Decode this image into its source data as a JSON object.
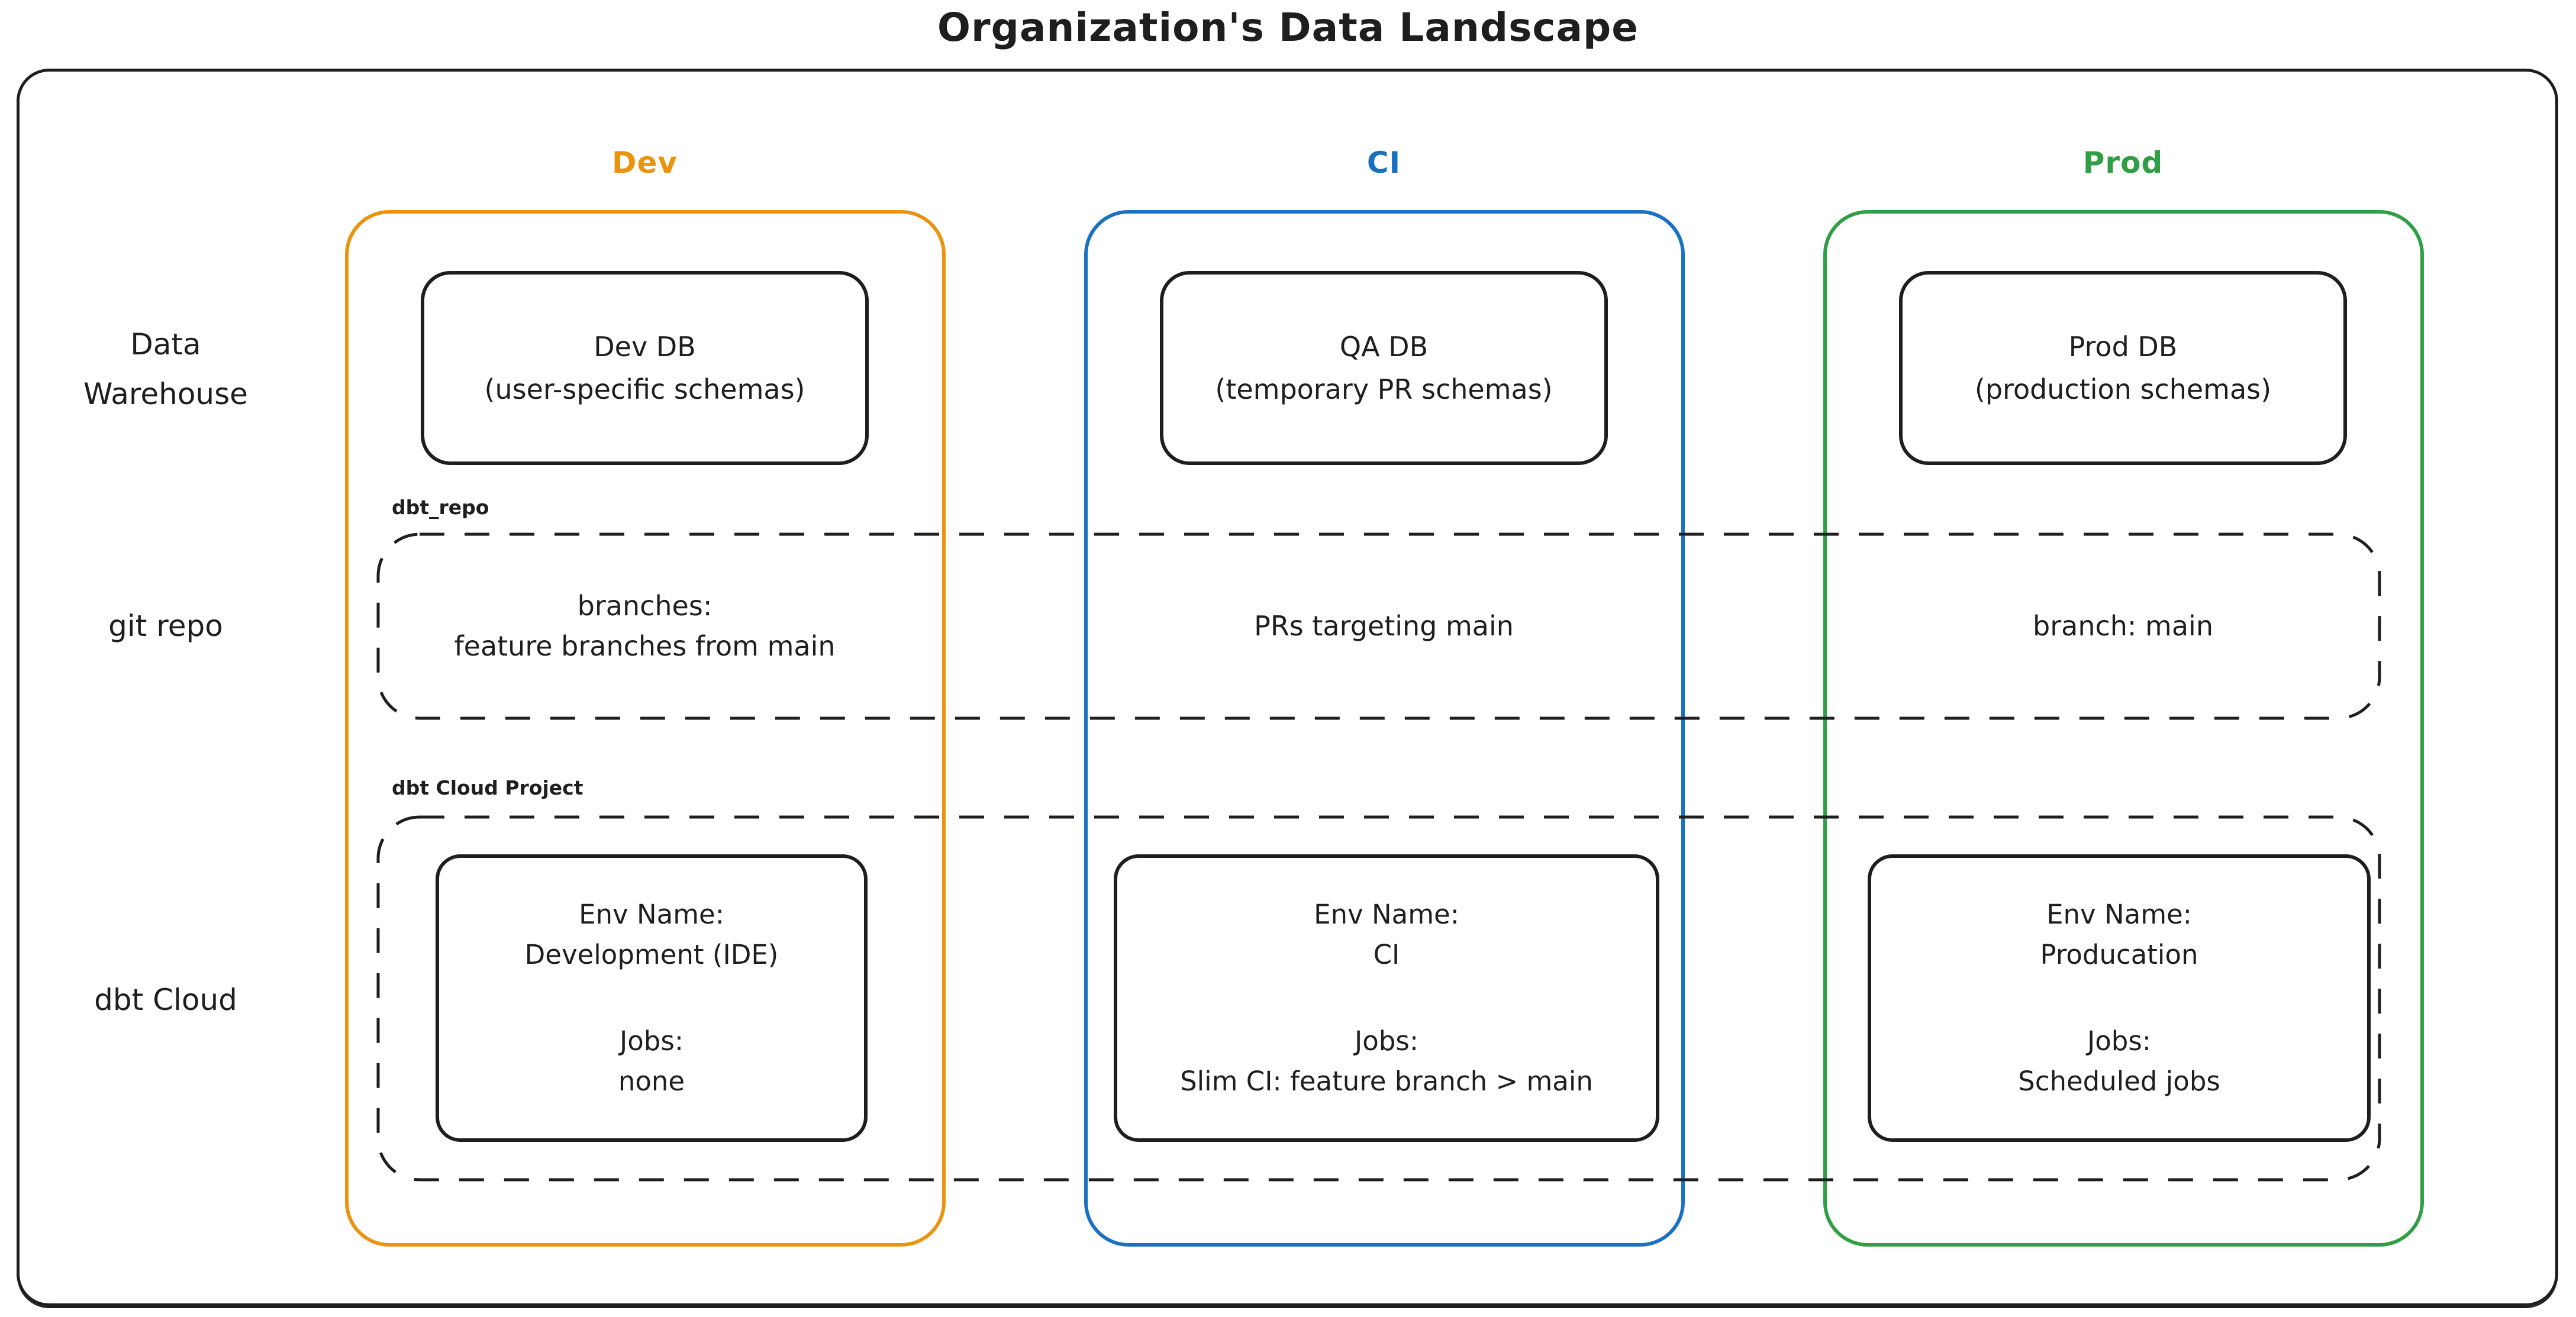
{
  "title": "Organization's Data Landscape",
  "colors": {
    "dev": "#ea930f",
    "ci": "#1971c2",
    "prod": "#2f9e44",
    "ink": "#1e1e1e"
  },
  "row_labels": [
    "Data\nWarehouse",
    "git repo",
    "dbt Cloud"
  ],
  "group_labels": {
    "git_repo": "dbt_repo",
    "dbt_cloud": "dbt Cloud Project"
  },
  "columns": [
    {
      "label": "Dev",
      "db": "Dev DB\n(user-specific schemas)",
      "git": "branches:\nfeature branches from main",
      "dbt": {
        "env_label": "Env Name:",
        "env_value": "Development (IDE)",
        "jobs_label": "Jobs:",
        "jobs_value": "none"
      }
    },
    {
      "label": "CI",
      "db": "QA DB\n(temporary PR schemas)",
      "git": "PRs targeting main",
      "dbt": {
        "env_label": "Env Name:",
        "env_value": "CI",
        "jobs_label": "Jobs:",
        "jobs_value": "Slim CI: feature branch > main"
      }
    },
    {
      "label": "Prod",
      "db": "Prod DB\n(production schemas)",
      "git": "branch: main",
      "dbt": {
        "env_label": "Env Name:",
        "env_value": "Producation",
        "jobs_label": "Jobs:",
        "jobs_value": "Scheduled jobs"
      }
    }
  ]
}
